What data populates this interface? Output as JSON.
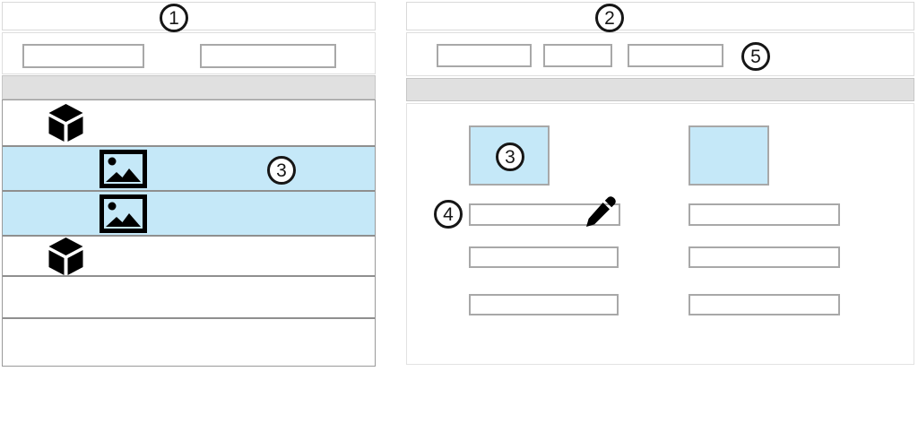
{
  "colors": {
    "highlight_blue": "#c5e8f8",
    "header_bar_gray": "#e0e0e0",
    "callout_ink": "#161616"
  },
  "left_panel": {
    "titlebar": {
      "callout": "1"
    },
    "toolbar": {
      "fields": [
        {
          "value": "",
          "placeholder": ""
        },
        {
          "value": "",
          "placeholder": ""
        }
      ]
    },
    "header_bar": {
      "label": ""
    },
    "rows": [
      {
        "icon": "cube-icon",
        "highlighted": false,
        "callout": ""
      },
      {
        "icon": "image-icon",
        "highlighted": true,
        "callout": "3"
      },
      {
        "icon": "image-icon",
        "highlighted": true,
        "callout": ""
      },
      {
        "icon": "cube-icon",
        "highlighted": false,
        "callout": ""
      },
      {
        "icon": "",
        "highlighted": false,
        "callout": ""
      },
      {
        "icon": "",
        "highlighted": false,
        "callout": ""
      }
    ]
  },
  "right_panel": {
    "titlebar": {
      "callout": "2"
    },
    "toolbar": {
      "callout": "5",
      "fields": [
        {
          "value": "",
          "placeholder": ""
        },
        {
          "value": "",
          "placeholder": ""
        },
        {
          "value": "",
          "placeholder": ""
        }
      ]
    },
    "header_bar": {
      "label": ""
    },
    "content": {
      "thumbnails": [
        {
          "callout": "3"
        },
        {
          "callout": ""
        }
      ],
      "field_rows": [
        {
          "callout": "4",
          "left_field": {
            "value": "",
            "icon": "pencil-icon"
          },
          "right_field": {
            "value": ""
          }
        },
        {
          "left_field": {
            "value": ""
          },
          "right_field": {
            "value": ""
          }
        },
        {
          "left_field": {
            "value": ""
          },
          "right_field": {
            "value": ""
          }
        }
      ]
    }
  }
}
